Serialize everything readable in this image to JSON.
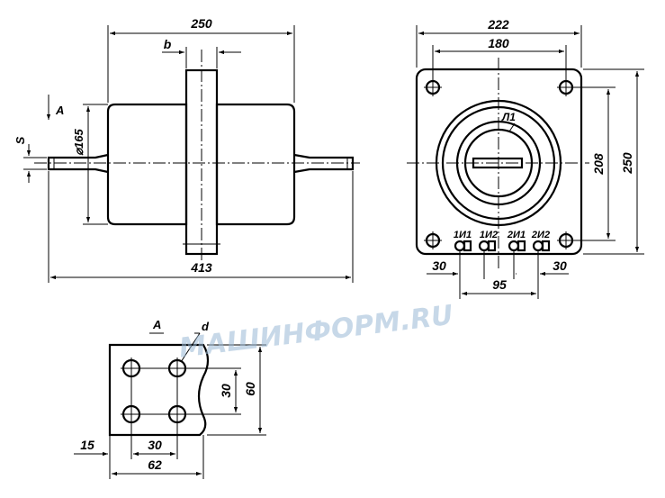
{
  "watermark": {
    "text": "МАШИНФОРМ.RU",
    "color": "#9bbad6",
    "accent_color": "#f2b035"
  },
  "front_view": {
    "overall_length": "413",
    "body_length": "250",
    "flange_width_label": "b",
    "diameter": "⌀165",
    "view_arrow_label": "A",
    "shaft_label": "S"
  },
  "side_view": {
    "overall_width": "222",
    "hole_spacing_x": "180",
    "hole_spacing_y": "208",
    "overall_height": "250",
    "winding_label": "Л1",
    "terminals": [
      "1И1",
      "1И2",
      "2И1",
      "2И2"
    ],
    "terminal_offset_left": "30",
    "terminal_offset_right": "30",
    "terminal_span": "95"
  },
  "view_a": {
    "title": "A",
    "hole_label": "d",
    "hole_pitch_y": "30",
    "plate_height": "60",
    "edge_offset": "15",
    "hole_pitch_x": "30",
    "plate_width": "62"
  }
}
